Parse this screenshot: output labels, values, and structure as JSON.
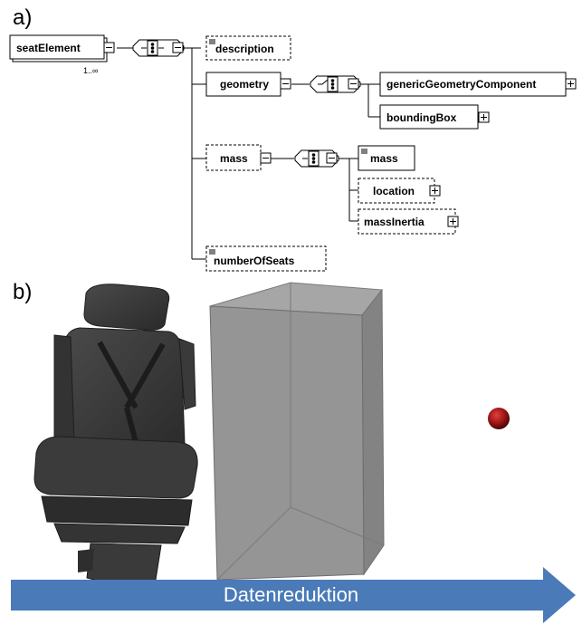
{
  "panel_a": {
    "label": "a)",
    "root": {
      "name": "seatElement",
      "cardinality": "1..∞"
    },
    "children": {
      "description": "description",
      "geometry": "geometry",
      "generic_geometry_component": "genericGeometryComponent",
      "bounding_box": "boundingBox",
      "mass_group": "mass",
      "mass": "mass",
      "location": "location",
      "mass_inertia": "massInertia",
      "number_of_seats": "numberOfSeats"
    },
    "compositors": {
      "sequence": "sequence",
      "choice": "choice"
    }
  },
  "panel_b": {
    "label": "b)",
    "items": [
      "seat-3d-model",
      "bounding-box-model",
      "point-mass-sphere"
    ],
    "arrow_label": "Datenreduktion",
    "colors": {
      "arrow": "#4a7ab8",
      "sphere": "#9a1414",
      "box": "#8d8d8d",
      "seat": "#3a3a3a"
    }
  }
}
